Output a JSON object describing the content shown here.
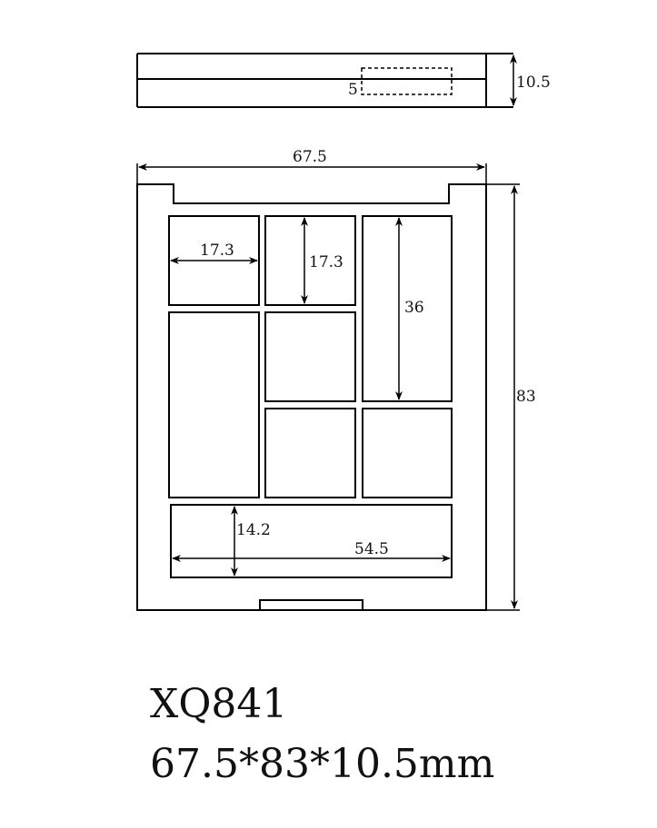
{
  "side_view": {
    "height_label": "10.5",
    "depth_label": "5"
  },
  "front_view": {
    "width_label": "67.5",
    "height_label": "83",
    "pan_small_width_label": "17.3",
    "pan_small_height_label": "17.3",
    "pan_tall_height_label": "36",
    "pan_bottom_height_label": "14.2",
    "pan_bottom_width_label": "54.5"
  },
  "caption": {
    "model": "XQ841",
    "dimensions": "67.5*83*10.5mm"
  }
}
